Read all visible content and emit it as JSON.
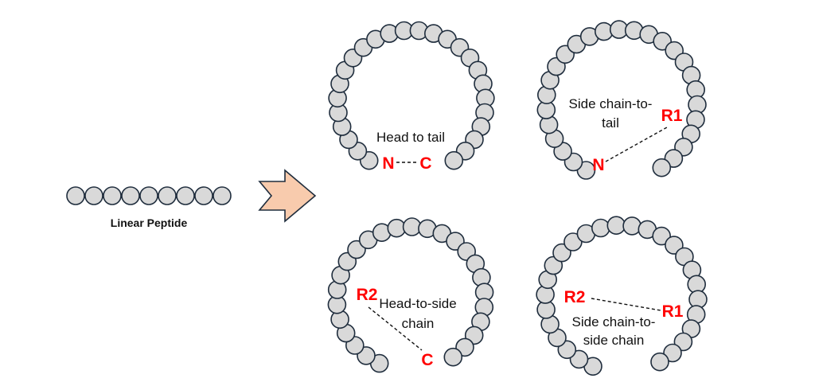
{
  "linear": {
    "caption": "Linear Peptide",
    "beads": 9
  },
  "arrow": {
    "color": "#f8cbad",
    "stroke": "#1f2d3d"
  },
  "colors": {
    "bead_fill": "#d9d9d9",
    "bead_stroke": "#1f2d3d",
    "terminal_red": "#ff0000"
  },
  "panels": [
    {
      "id": "head-to-tail",
      "label": "Head to tail",
      "terminal_a": "N",
      "terminal_b": "C"
    },
    {
      "id": "side-chain-to-tail",
      "label_line1": "Side chain-to-",
      "label_line2": "tail",
      "terminal_a": "R1",
      "terminal_b": "N"
    },
    {
      "id": "head-to-side-chain",
      "label_line1": "Head-to-side",
      "label_line2": "chain",
      "terminal_a": "R2",
      "terminal_b": "C"
    },
    {
      "id": "side-chain-to-side-chain",
      "label_line1": "Side chain-to-",
      "label_line2": "side chain",
      "terminal_a": "R2",
      "terminal_b": "R1"
    }
  ]
}
